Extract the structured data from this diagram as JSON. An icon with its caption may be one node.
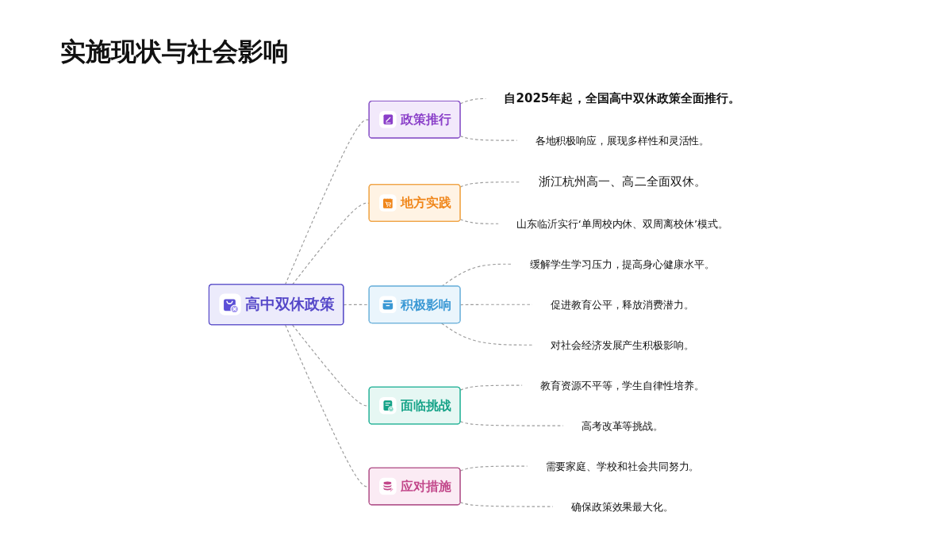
{
  "diagram": {
    "title": "实施现状与社会影响",
    "nodes": [
      {
        "text": [
          "高中双休政策"
        ]
      },
      {
        "text": [
          "政策推行"
        ]
      },
      {
        "text": [
          "自2025年起，全国高中双休政策全面推行。"
        ]
      },
      {
        "text": [
          "各地积极响应，展现多样性和灵活性。"
        ]
      },
      {
        "text": [
          "地方实践"
        ]
      },
      {
        "text": [
          "浙江杭州高一、高二全面双休。"
        ]
      },
      {
        "text": [
          "山东临沂实行‘单周校内休、双周离校休’模式。"
        ]
      },
      {
        "text": [
          "积极影响"
        ]
      },
      {
        "text": [
          "缓解学生学习压力，提高身心健康水平。"
        ]
      },
      {
        "text": [
          "促进教育公平，释放消费潜力。"
        ]
      },
      {
        "text": [
          "对社会经济发展产生积极影响。"
        ]
      },
      {
        "text": [
          "面临挑战"
        ]
      },
      {
        "text": [
          "教育资源不平等，学生自律性培养。"
        ]
      },
      {
        "text": [
          "高考改革等挑战。"
        ]
      },
      {
        "text": [
          "应对措施"
        ]
      },
      {
        "text": [
          "需要家庭、学校和社会共同努力。"
        ]
      },
      {
        "text": [
          "确保政策效果最大化。"
        ]
      }
    ],
    "edges": [
      {
        "from": 0,
        "to": 1,
        "arrow": "none",
        "style": "dashed"
      },
      {
        "from": 1,
        "to": 2,
        "arrow": "none",
        "style": "dashed"
      },
      {
        "from": 1,
        "to": 3,
        "arrow": "none",
        "style": "dashed"
      },
      {
        "from": 0,
        "to": 4,
        "arrow": "none",
        "style": "dashed"
      },
      {
        "from": 4,
        "to": 5,
        "arrow": "none",
        "style": "dashed"
      },
      {
        "from": 4,
        "to": 6,
        "arrow": "none",
        "style": "dashed"
      },
      {
        "from": 0,
        "to": 7,
        "arrow": "none",
        "style": "dashed"
      },
      {
        "from": 7,
        "to": 8,
        "arrow": "none",
        "style": "dashed"
      },
      {
        "from": 7,
        "to": 9,
        "arrow": "none",
        "style": "dashed"
      },
      {
        "from": 7,
        "to": 10,
        "arrow": "none",
        "style": "dashed"
      },
      {
        "from": 0,
        "to": 11,
        "arrow": "none",
        "style": "dashed"
      },
      {
        "from": 11,
        "to": 12,
        "arrow": "none",
        "style": "dashed"
      },
      {
        "from": 11,
        "to": 13,
        "arrow": "none",
        "style": "dashed"
      },
      {
        "from": 0,
        "to": 14,
        "arrow": "none",
        "style": "dashed"
      },
      {
        "from": 14,
        "to": 15,
        "arrow": "none",
        "style": "dashed"
      },
      {
        "from": 14,
        "to": 16,
        "arrow": "none",
        "style": "dashed"
      }
    ]
  }
}
